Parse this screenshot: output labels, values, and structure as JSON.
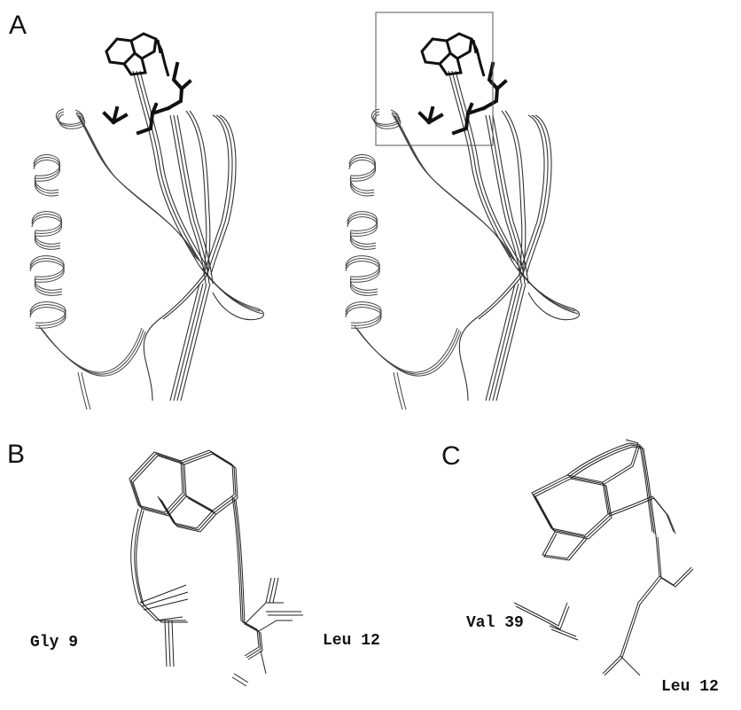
{
  "figure": {
    "panels": [
      {
        "letter": "A"
      },
      {
        "letter": "B"
      },
      {
        "letter": "C"
      }
    ],
    "labels": {
      "gly9": "Gly 9",
      "leu12_b": "Leu 12",
      "val39": "Val 39",
      "leu12_c": "Leu 12"
    },
    "colors": {
      "ink": "#1a1a1a",
      "strand": "#444444",
      "box": "#555555"
    }
  }
}
